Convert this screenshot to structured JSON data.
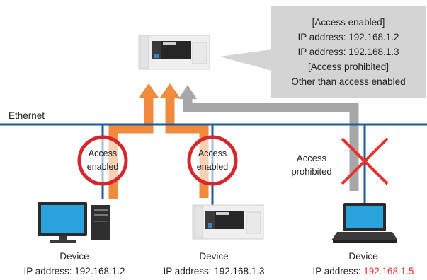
{
  "network": {
    "label": "Ethernet"
  },
  "callout": {
    "line1": "[Access enabled]",
    "line2": "IP address: 192.168.1.2",
    "line3": "IP address: 192.168.1.3",
    "line4": "[Access prohibited]",
    "line5": "Other than access enabled"
  },
  "devices": [
    {
      "name": "Device",
      "ip_prefix": "IP address: ",
      "ip": "192.168.1.2",
      "icon": "desktop-pc-icon"
    },
    {
      "name": "Device",
      "ip_prefix": "IP address: ",
      "ip": "192.168.1.3",
      "icon": "plc-icon"
    },
    {
      "name": "Device",
      "ip_prefix": "IP address: ",
      "ip": "192.168.1.5",
      "icon": "laptop-icon"
    }
  ],
  "access": {
    "enabled_line1": "Access",
    "enabled_line2": "enabled",
    "prohibited_line1": "Access",
    "prohibited_line2": "prohibited"
  },
  "colors": {
    "ethernet": "#1d5b9e",
    "allowed_arrow": "#f08a3c",
    "denied_arrow": "#a7a7a7",
    "circle": "#d7262d",
    "callout_bg": "#d4d4d4",
    "prohibited_ip": "#e8312f"
  }
}
